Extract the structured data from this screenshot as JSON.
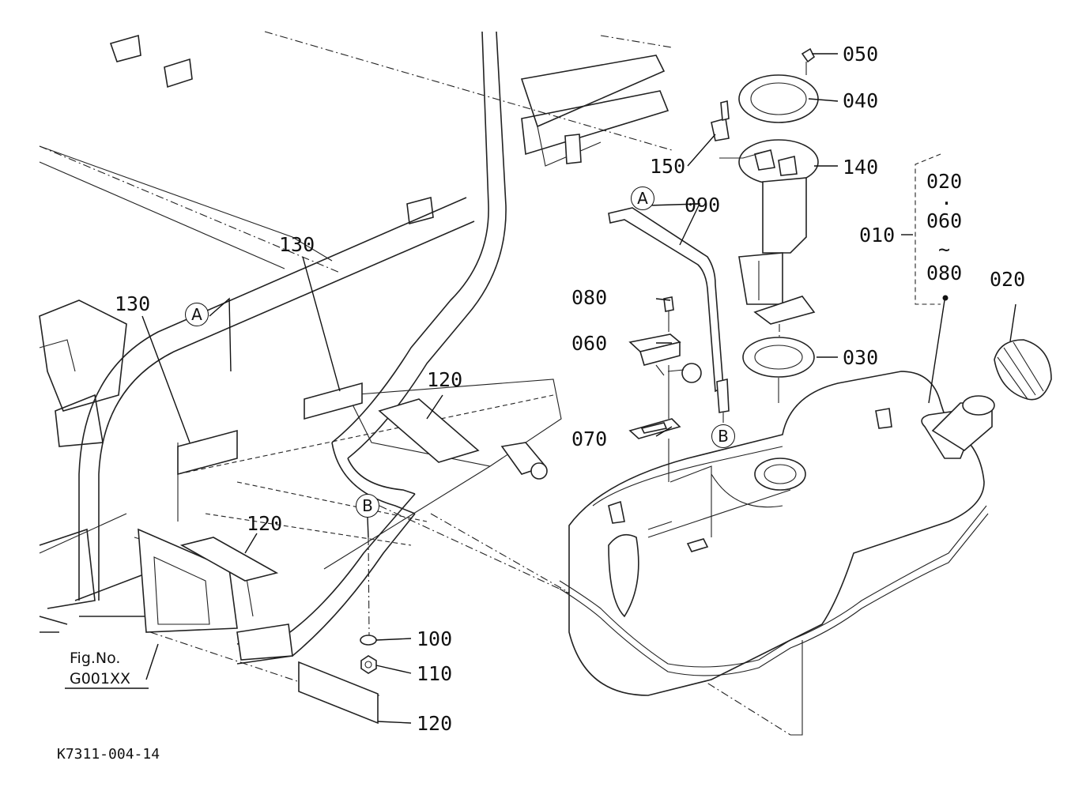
{
  "callouts": {
    "c050": "050",
    "c040": "040",
    "c150": "150",
    "c140": "140",
    "c090": "090",
    "c080": "080",
    "c060": "060",
    "c070": "070",
    "c030": "030",
    "c010": "010",
    "c020_group": "020",
    "c060_group": "060",
    "c080_group": "080",
    "group_dot": "·",
    "group_tilde": "~",
    "c020": "020",
    "c130_a": "130",
    "c130_b": "130",
    "c120_a": "120",
    "c120_b": "120",
    "c120_c": "120",
    "c100": "100",
    "c110": "110"
  },
  "ref_markers": {
    "a_left": "A",
    "a_right": "B",
    "a_top": "A",
    "b_right": "B"
  },
  "figure_reference": {
    "line1": "Fig.No.",
    "line2": "G001XX"
  },
  "drawing_code": "K7311-004-14"
}
